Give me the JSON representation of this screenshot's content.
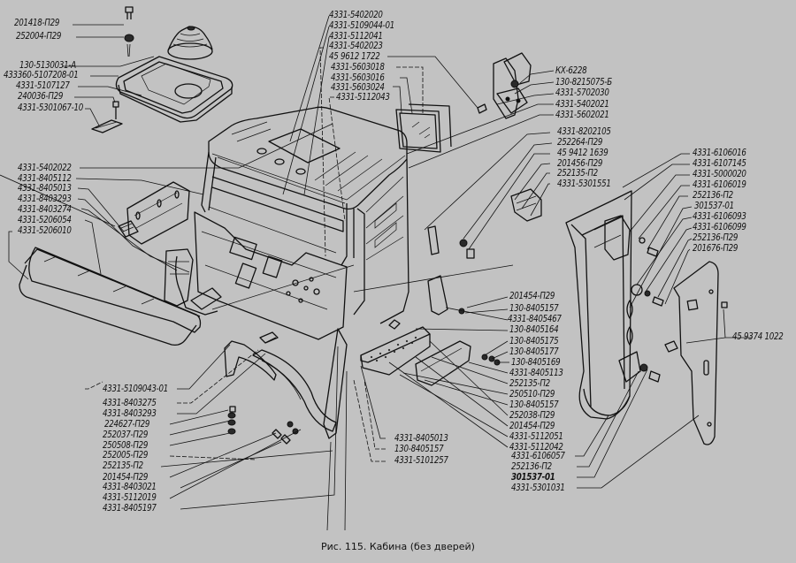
{
  "figure": {
    "caption": "Рис. 115. Кабина (без дверей)"
  },
  "labels": {
    "top_left": [
      "201418-П29",
      "252004-П29",
      "130-5130031-А",
      "433360-5107208-01",
      "4331-5107127",
      "240036-П29",
      "4331-5301067-10"
    ],
    "left_middle": [
      "4331-5402022",
      "4331-8405112",
      "4331-8405013",
      "4331-8403293",
      "4331-8403274",
      "4331-5206054",
      "4331-5206010"
    ],
    "top_center": [
      "4331-5402020",
      "4331-5109044-01",
      "4331-5112041",
      "4331-5402023",
      "45 9612 1722",
      "4331-5603018",
      "4331-5603016",
      "4331-5603024",
      "4331-5112043"
    ],
    "top_right": [
      "КХ-6228",
      "130-8215075-Б",
      "4331-5702030",
      "4331-5402021",
      "4331-5602021"
    ],
    "center_right": [
      "4331-8202105",
      "252264-П29",
      "45 9412 1639",
      "201456-П29",
      "252135-П2",
      "4331-5301551"
    ],
    "far_right": [
      "4331-6106016",
      "4331-6107145",
      "4331-5000020",
      "4331-6106019",
      "252136-П2",
      "301537-01",
      "4331-6106093",
      "4331-6106099",
      "252136-П29",
      "201676-П29"
    ],
    "far_right_lower": "45 9374 1022",
    "right_column": [
      "201454-П29",
      "130-8405157",
      "4331-8405467",
      "130-8405164",
      "130-8405175",
      "130-8405177",
      "130-8405169",
      "4331-8405113",
      "252135-П2",
      "250510-П29",
      "130-8405157",
      "252038-П29",
      "201454-П29",
      "4331-5112051",
      "4331-5112042",
      "4331-6106057",
      "252136-П2",
      "301537-01",
      "4331-5301031"
    ],
    "bottom_left": [
      "4331-5109043-01",
      "4331-8403275",
      "4331-8403293",
      "224627-П29",
      "252037-П29",
      "250508-П29",
      "252005-П29",
      "252135-П2",
      "201454-П29",
      "4331-8403021",
      "4331-5112019",
      "4331-8405197"
    ],
    "bottom_center": [
      "4331-8405013",
      "130-8405157",
      "4331-5101257"
    ]
  },
  "colors": {
    "background": "#c2c2c2",
    "ink": "#111111"
  }
}
